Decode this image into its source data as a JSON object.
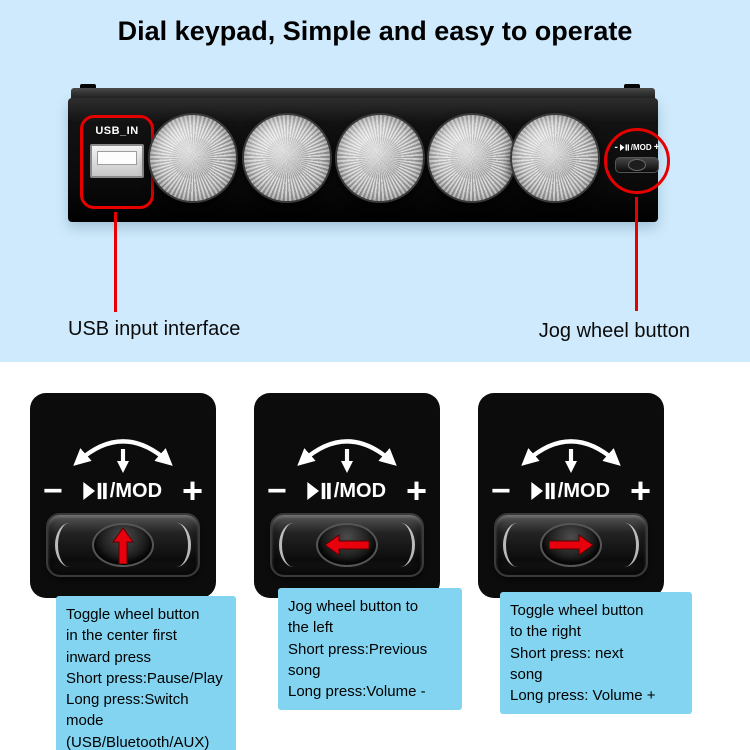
{
  "title": "Dial keypad, Simple and easy to operate",
  "colors": {
    "top_background": "#cfeafc",
    "panel_black": "#0c0c0c",
    "accent_red": "#e60000",
    "description_box_blue": "#82d4f0",
    "text_black": "#000000",
    "label_white": "#ffffff"
  },
  "icons": {
    "play_pause": "play-pause-icon",
    "gesture_arc": "arc-arrows-icon",
    "down": "down-arrow-icon",
    "red_up": "red-arrow-up-icon",
    "red_left": "red-arrow-left-icon",
    "red_right": "red-arrow-right-icon"
  },
  "panel": {
    "usb_port_label": "USB_IN",
    "jog_wheel_minus": "-",
    "jog_wheel_plus": "+",
    "jog_wheel_label": "/MOD",
    "knob_count": 5
  },
  "callouts": {
    "usb": "USB input interface",
    "jog": "Jog wheel button"
  },
  "cards": [
    {
      "minus": "−",
      "plus": "+",
      "mod_label": "/MOD",
      "arrow_direction": "up",
      "description": "Toggle wheel button\nin the center first\ninward press\nShort press:Pause/Play\nLong press:Switch mode\n(USB/Bluetooth/AUX)"
    },
    {
      "minus": "−",
      "plus": "+",
      "mod_label": "/MOD",
      "arrow_direction": "left",
      "description": "Jog wheel button to\nthe left\nShort press:Previous\nsong\nLong press:Volume -"
    },
    {
      "minus": "−",
      "plus": "+",
      "mod_label": "/MOD",
      "arrow_direction": "right",
      "description": "Toggle wheel button\nto the right\nShort press: next\nsong\nLong press: Volume +"
    }
  ]
}
